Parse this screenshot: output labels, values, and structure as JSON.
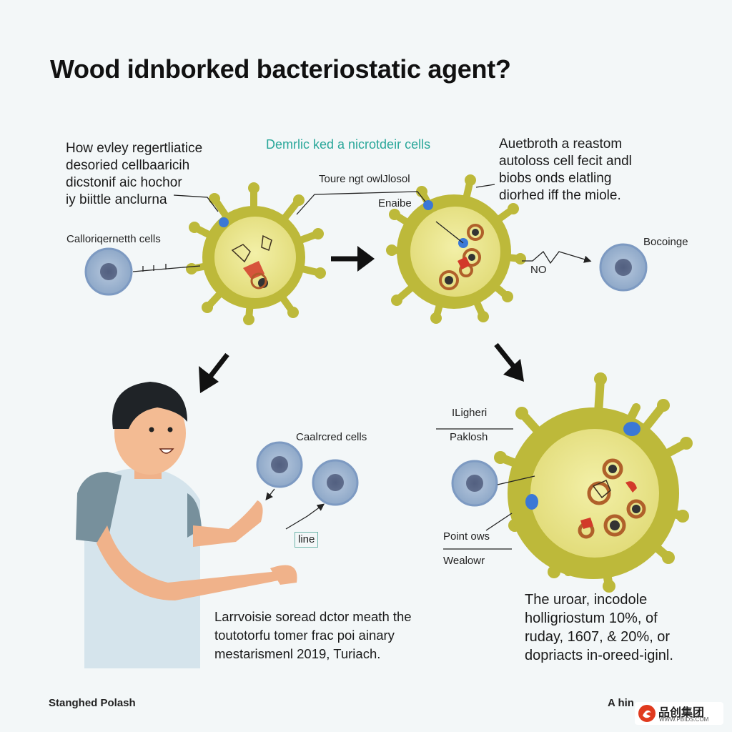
{
  "title": "Wood idnborked bacteriostatic agent?",
  "labels": {
    "top_left_block": "How evley regertliatice\ndesoried cellbaaricih\ndicstonif aic hochor\niy biittle anclurna",
    "center_heading": "Demrlic ked a nicrotdeir cells",
    "top_right_block": "Auetbroth a reastom\nautoloss cell fecit andl\nbiobs onds elatling\ndiorhed iff the miole.",
    "left_cell_label": "Calloriqernetth cells",
    "pointer_1": "Toure ngt owlJlosol",
    "pointer_2": "Enaibe",
    "no_label": "NO",
    "right_cell_label": "Bocoinge",
    "mid_cells_label": "Caalrcred cells",
    "line_box": "line",
    "lighter_label": "ILigheri",
    "paklosh_label": "Paklosh",
    "point_label": "Point ows",
    "wealowr_label": "Wealowr",
    "bottom_left_block": "Larrvoisie soread dctor meath the\ntoutotorfu tomer frac poi ainary\nmestarismenl 2019, Turiach.",
    "bottom_right_block": "The uroar, incodole\nholligriostum 10%, of\nruday, 1607, & 20%, or\ndopriacts in-oreed-iginl.",
    "footer_left": "Stanghed Polash",
    "footer_right": "A hin",
    "logo_text": "品创集团",
    "logo_url": "WWW.PBIDS.COM"
  },
  "colors": {
    "cell_body": "#bdb93a",
    "cell_inner": "#ece88e",
    "bacteria": "#9db8d8",
    "marker": "#3b78d6",
    "accent_red": "#d23a2a",
    "title_teal": "#2aa79a"
  }
}
